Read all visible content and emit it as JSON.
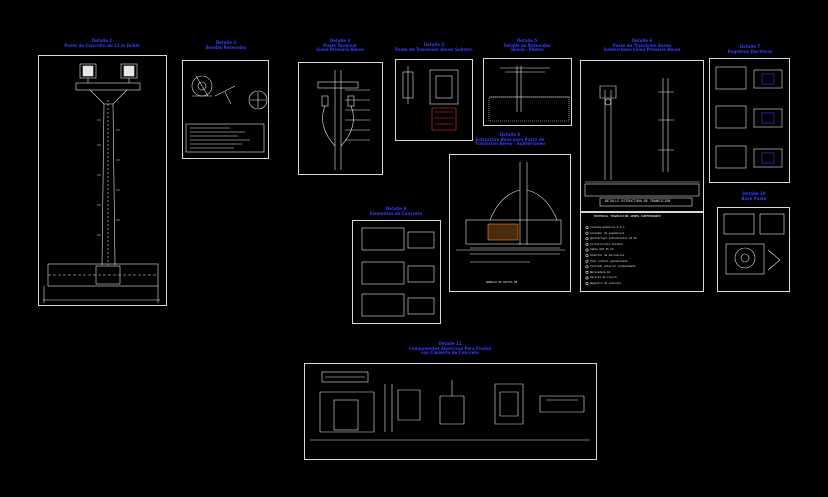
{
  "colors": {
    "background": "#000000",
    "title": "#3a3aff",
    "line": "#e6e6e6",
    "accent": "#ff3030",
    "frame": "#d8d8d8"
  },
  "titles": {
    "t1": [
      "Detalle 1",
      "Poste de Concreto de 12 m Doble"
    ],
    "t2": [
      "Detalle 2",
      "Bandas Retenidas"
    ],
    "t3": [
      "Detalle 3",
      "Poste Terminal",
      "Linea Primaria Aérea"
    ],
    "t4": [
      "Detalle 4",
      "Poste de Transicion Aereo Subterr."
    ],
    "t5": [
      "Detalle 5",
      "Detalle de Retenidas",
      "(Ancla - Pilote)"
    ],
    "t6": [
      "Detalle 6",
      "Poste de Transicion Aereo",
      "Subterráneo Linea Primaria Aerea"
    ],
    "t7": [
      "Detalle 7",
      "Registros Electricos"
    ],
    "t8": [
      "Detalle 8",
      "Estructura Base para Poste de",
      "Transicion Aereo - Subterraneo"
    ],
    "t9": [
      "Detalle 9",
      "Elementos de Concreto"
    ],
    "t10": [
      "Detalle 10",
      "Base Poste"
    ],
    "t11": [
      "Detalle 11",
      "Componentes Electricos Para Postes",
      "con Cimiento de Concreto"
    ]
  },
  "panel_labels": {
    "transition_banner": "DETALLE ESTRUCTURA DE TRANSICION",
    "material_header": "MATERIAL TRANSICION AEREO-SUBTERRANEO",
    "detail8_caption": "ARREGLO DE DUCTOS EN"
  },
  "material_list": [
    "Cruceta metalica 2.4 m",
    "Aislador de suspension",
    "Apartarrayo autovalvular 10 kV",
    "Cortacircuito fusible",
    "Cable XLP 15 kV",
    "Conector de derivacion",
    "Tubo conduit galvanizado",
    "Terminal exterior premoldeada",
    "Abrazadera UL",
    "Varilla de tierra",
    "Registro de concreto"
  ]
}
